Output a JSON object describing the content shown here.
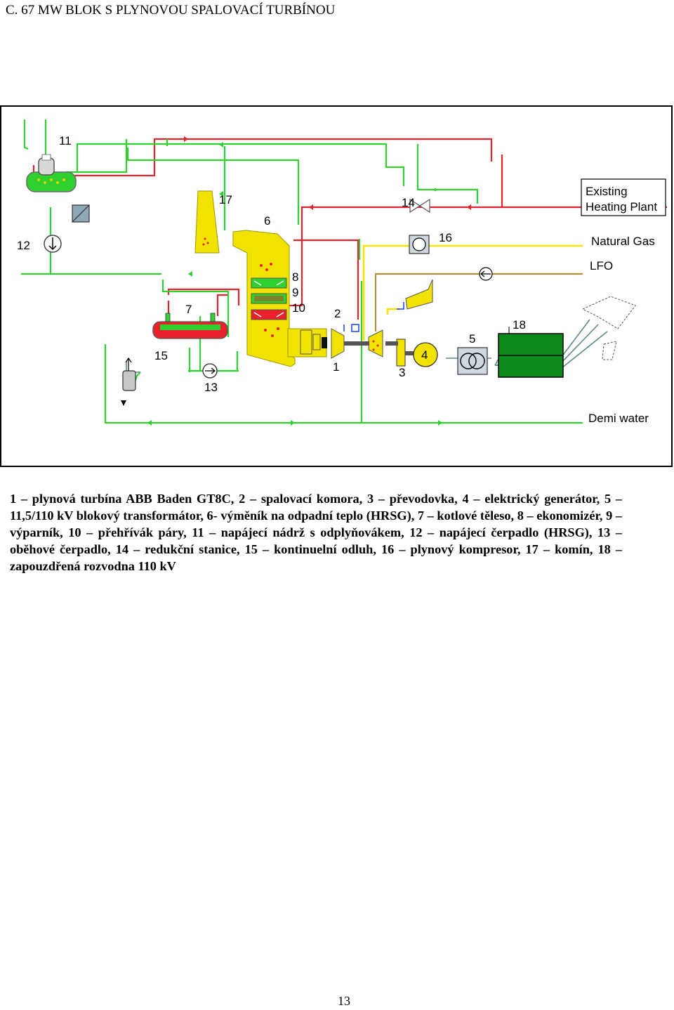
{
  "heading": "C. 67 MW BLOK S PLYNOVOU SPALOVACÍ TURBÍNOU",
  "diagram": {
    "labels": {
      "existing_heating_1": "Existing",
      "existing_heating_2": "Heating Plant",
      "natural_gas": "Natural Gas",
      "lfo": "LFO",
      "demi_water": "Demi water"
    },
    "numbers": [
      "1",
      "2",
      "3",
      "4",
      "5",
      "6",
      "7",
      "8",
      "9",
      "10",
      "11",
      "12",
      "13",
      "14",
      "15",
      "16",
      "17",
      "18"
    ],
    "colors": {
      "steam": "#e8212c",
      "water": "#2fd12f",
      "gas": "#f4e400",
      "hrsg": "#f2e200",
      "lfo": "#b58e3a",
      "frame": "#000000"
    }
  },
  "caption": "1 – plynová turbína ABB Baden GT8C, 2 – spalovací komora, 3 – převodovka, 4 – elektrický generátor, 5 – 11,5/110 kV blokový transformátor, 6- výměník na odpadní teplo (HRSG), 7 – kotlové těleso, 8 – ekonomizér, 9 – výparník, 10 – přehřívák páry, 11 – napájecí nádrž s odplyňovákem, 12 – napájecí čerpadlo (HRSG), 13 – oběhové čerpadlo, 14 – redukční stanice, 15 – kontinuelní odluh, 16 – plynový kompresor, 17 – komín, 18 – zapouzdřená rozvodna 110 kV",
  "page_number": "13"
}
